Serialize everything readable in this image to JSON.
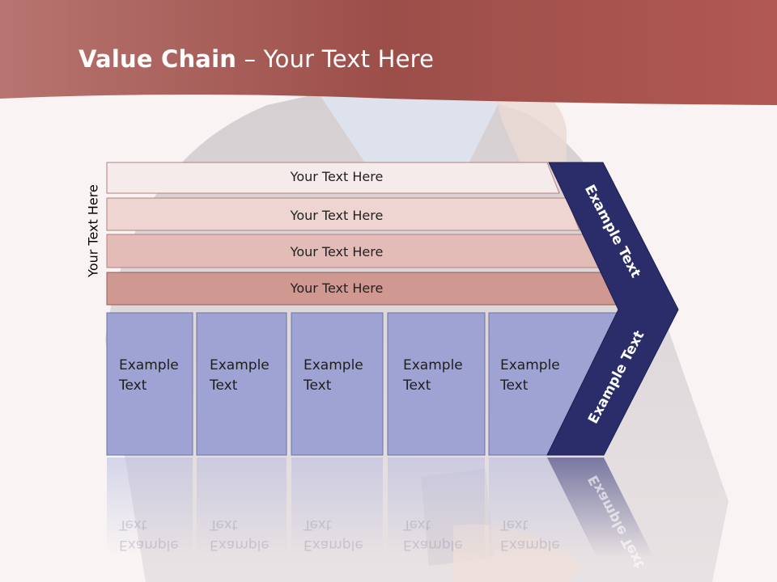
{
  "title": {
    "bold": "Value Chain",
    "rest": " – Your Text Here"
  },
  "side_label": "Your Text Here",
  "support_rows": [
    "Your Text Here",
    "Your Text Here",
    "Your Text Here",
    "Your Text Here"
  ],
  "primary_columns": [
    "Example\nText",
    "Example\nText",
    "Example\nText",
    "Example\nText",
    "Example\nText"
  ],
  "chevron_labels": {
    "upper": "Example Text",
    "lower": "Example Text"
  },
  "colors": {
    "header": "#9a4640",
    "row1": "#f5ebea",
    "row2": "#eed5d2",
    "row3": "#e4bcb7",
    "row4": "#cf9890",
    "columns": "#9fa3d3",
    "chevron": "#2b2d6b"
  }
}
